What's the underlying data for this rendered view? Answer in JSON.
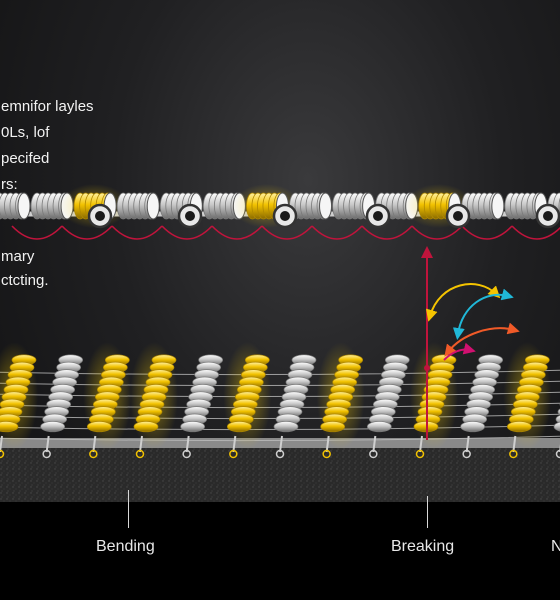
{
  "side_text": {
    "line1": "emnifor layles",
    "line2": "0Ls, lof",
    "line3": "pecifed",
    "line4": "rs:",
    "line5": "mary",
    "line6": "ctcting."
  },
  "labels": {
    "bending": "Bending",
    "breaking": "Breaking",
    "third": "N"
  },
  "colors": {
    "background": "#1c1c1e",
    "silver": "#d9d9d9",
    "gold": "#f2c200",
    "red": "#c0143c",
    "yellow_arrow": "#f5c400",
    "cyan_arrow": "#20b8d8",
    "orange_arrow": "#f05a28",
    "magenta_arrow": "#d01070"
  },
  "top_layer": {
    "spools": [
      "silver",
      "silver",
      "gold",
      "silver",
      "silver",
      "silver",
      "gold",
      "silver",
      "silver",
      "silver",
      "gold",
      "silver",
      "silver",
      "silver"
    ]
  },
  "bottom_layer": {
    "spools": [
      "gold",
      "silver",
      "gold",
      "gold",
      "silver",
      "gold",
      "silver",
      "gold",
      "silver",
      "gold",
      "silver",
      "gold",
      "silver"
    ]
  }
}
